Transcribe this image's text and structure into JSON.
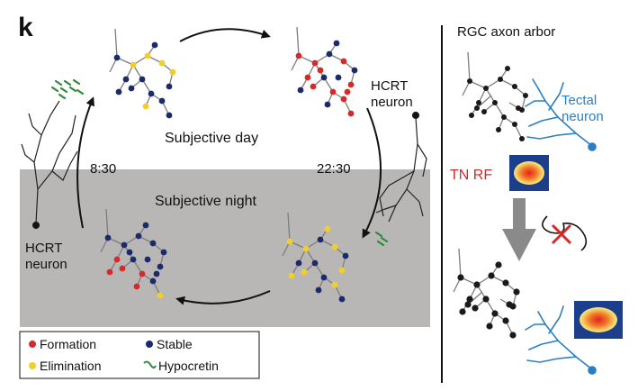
{
  "panel_letter": "k",
  "cycle": {
    "day_label": "Subjective day",
    "night_label": "Subjective night",
    "time_left": "8:30",
    "time_right": "22:30",
    "hcrt_top_line1": "HCRT",
    "hcrt_top_line2": "neuron",
    "hcrt_bottom_line1": "HCRT",
    "hcrt_bottom_line2": "neuron"
  },
  "legend": {
    "formation": "Formation",
    "stable": "Stable",
    "elimination": "Elimination",
    "hypocretin": "Hypocretin"
  },
  "right_panel": {
    "rgc_label": "RGC axon arbor",
    "tectal_line1": "Tectal",
    "tectal_line2": "neuron",
    "tn_rf": "TN RF"
  },
  "colors": {
    "formation": "#d62a2a",
    "stable": "#1b2a6b",
    "elimination": "#f0cf2a",
    "hypocretin": "#2e8b3a",
    "tectal": "#2a7fc4",
    "night_shade": "#b9b7b6"
  }
}
